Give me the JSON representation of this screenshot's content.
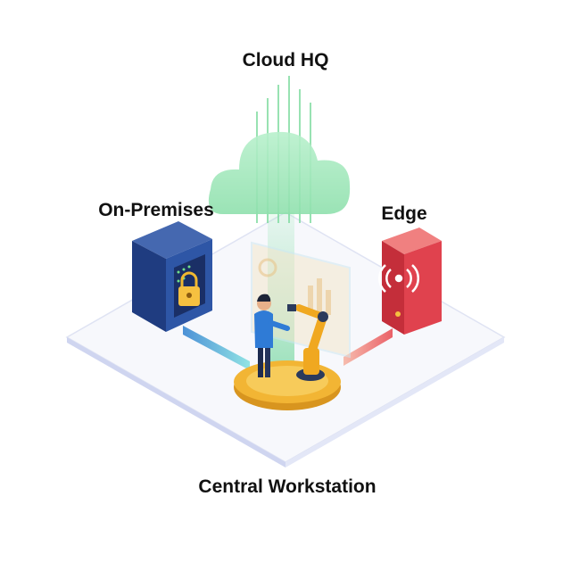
{
  "labels": {
    "cloud": "Cloud HQ",
    "on_premises": "On-Premises",
    "edge": "Edge",
    "central": "Central Workstation"
  },
  "colors": {
    "cloud": "#9fe6b8",
    "on_premises_server": "#2a4a8f",
    "edge_server": "#e0424e",
    "platform_disc": "#f2b534",
    "link_left": "#4fc3d9",
    "link_right": "#f07a6e"
  }
}
